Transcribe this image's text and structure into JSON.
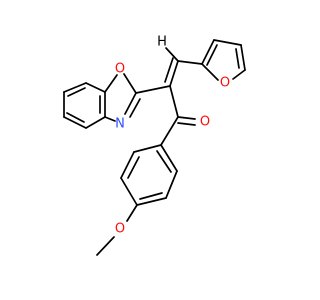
{
  "molecule": {
    "atoms": {
      "benzoxazole_o": {
        "label": "O",
        "color": "#ff0d0d"
      },
      "benzoxazole_n": {
        "label": "N",
        "color": "#3050f8"
      },
      "furan_o": {
        "label": "O",
        "color": "#ff0d0d"
      },
      "carbonyl_o": {
        "label": "O",
        "color": "#ff0d0d"
      },
      "methoxy_o": {
        "label": "O",
        "color": "#ff0d0d"
      },
      "alkene_h": {
        "label": "H",
        "color": "#000000"
      }
    },
    "bond_color": "#000000",
    "background": "#ffffff"
  }
}
